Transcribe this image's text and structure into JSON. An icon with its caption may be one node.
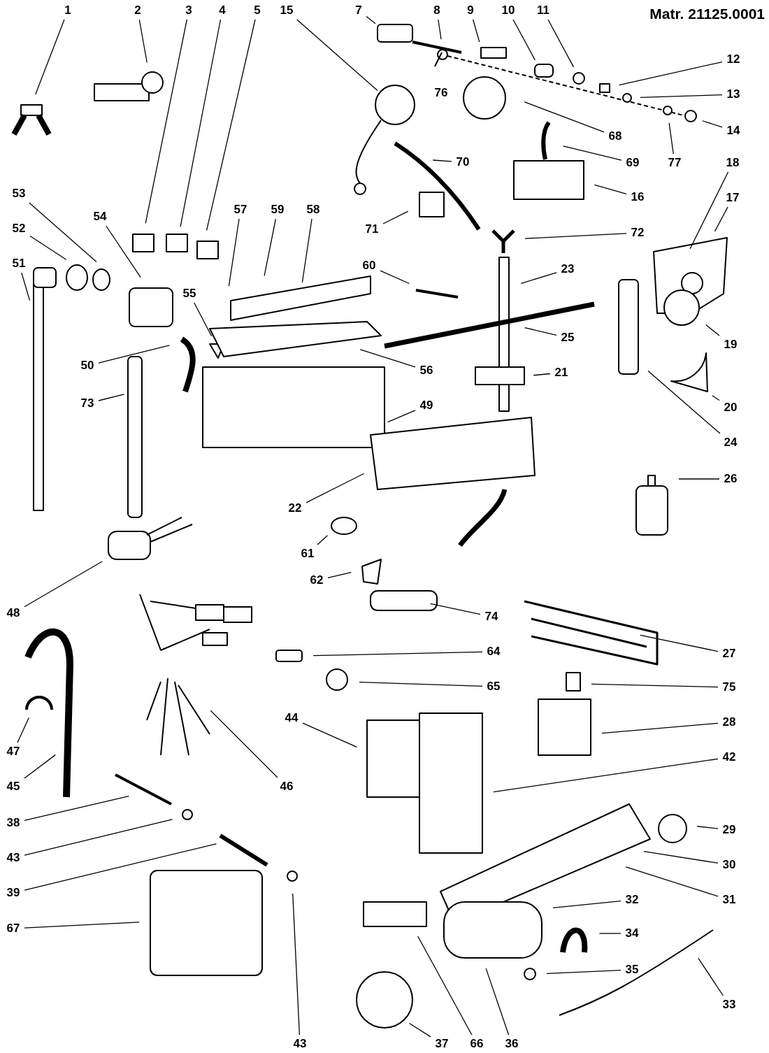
{
  "diagram": {
    "title": "Matr. 21125.0001",
    "nodes": [
      {
        "text": [
          "1"
        ]
      },
      {
        "text": [
          "2"
        ]
      },
      {
        "text": [
          "3"
        ]
      },
      {
        "text": [
          "4"
        ]
      },
      {
        "text": [
          "5"
        ]
      },
      {
        "text": [
          "15"
        ]
      },
      {
        "text": [
          "7"
        ]
      },
      {
        "text": [
          "8"
        ]
      },
      {
        "text": [
          "9"
        ]
      },
      {
        "text": [
          "10"
        ]
      },
      {
        "text": [
          "11"
        ]
      },
      {
        "text": [
          "12"
        ]
      },
      {
        "text": [
          "13"
        ]
      },
      {
        "text": [
          "68"
        ]
      },
      {
        "text": [
          "14"
        ]
      },
      {
        "text": [
          "70"
        ]
      },
      {
        "text": [
          "69"
        ]
      },
      {
        "text": [
          "77"
        ]
      },
      {
        "text": [
          "18"
        ]
      },
      {
        "text": [
          "53"
        ]
      },
      {
        "text": [
          "16"
        ]
      },
      {
        "text": [
          "17"
        ]
      },
      {
        "text": [
          "54"
        ]
      },
      {
        "text": [
          "57"
        ]
      },
      {
        "text": [
          "59"
        ]
      },
      {
        "text": [
          "58"
        ]
      },
      {
        "text": [
          "52"
        ]
      },
      {
        "text": [
          "71"
        ]
      },
      {
        "text": [
          "72"
        ]
      },
      {
        "text": [
          "51"
        ]
      },
      {
        "text": [
          "60"
        ]
      },
      {
        "text": [
          "23"
        ]
      },
      {
        "text": [
          "55"
        ]
      },
      {
        "text": [
          "25"
        ]
      },
      {
        "text": [
          "19"
        ]
      },
      {
        "text": [
          "50"
        ]
      },
      {
        "text": [
          "56"
        ]
      },
      {
        "text": [
          "21"
        ]
      },
      {
        "text": [
          "73"
        ]
      },
      {
        "text": [
          "49"
        ]
      },
      {
        "text": [
          "20"
        ]
      },
      {
        "text": [
          "24"
        ]
      },
      {
        "text": [
          "26"
        ]
      },
      {
        "text": [
          "22"
        ]
      },
      {
        "text": [
          "61"
        ]
      },
      {
        "text": [
          "62"
        ]
      },
      {
        "text": [
          "48"
        ]
      },
      {
        "text": [
          "74"
        ]
      },
      {
        "text": [
          "64"
        ]
      },
      {
        "text": [
          "27"
        ]
      },
      {
        "text": [
          "65"
        ]
      },
      {
        "text": [
          "75"
        ]
      },
      {
        "text": [
          "44"
        ]
      },
      {
        "text": [
          "28"
        ]
      },
      {
        "text": [
          "47"
        ]
      },
      {
        "text": [
          "42"
        ]
      },
      {
        "text": [
          "45"
        ]
      },
      {
        "text": [
          "46"
        ]
      },
      {
        "text": [
          "38"
        ]
      },
      {
        "text": [
          "29"
        ]
      },
      {
        "text": [
          "43"
        ]
      },
      {
        "text": [
          "30"
        ]
      },
      {
        "text": [
          "39"
        ]
      },
      {
        "text": [
          "31"
        ]
      },
      {
        "text": [
          "32"
        ]
      },
      {
        "text": [
          "67"
        ]
      },
      {
        "text": [
          "34"
        ]
      },
      {
        "text": [
          "35"
        ]
      },
      {
        "text": [
          "33"
        ]
      },
      {
        "text": [
          "43"
        ]
      },
      {
        "text": [
          "37"
        ]
      },
      {
        "text": [
          "66"
        ]
      },
      {
        "text": [
          "36"
        ]
      }
    ],
    "edges": [
      {
        "from": 0,
        "to": null,
        "arrow": "none"
      },
      {
        "from": 1,
        "to": null,
        "arrow": "none"
      },
      {
        "from": 2,
        "to": null,
        "arrow": "none"
      },
      {
        "from": 3,
        "to": null,
        "arrow": "none"
      },
      {
        "from": 4,
        "to": null,
        "arrow": "none"
      },
      {
        "from": 5,
        "to": null,
        "arrow": "none"
      },
      {
        "from": 6,
        "to": null,
        "arrow": "none"
      },
      {
        "from": 7,
        "to": null,
        "arrow": "none"
      },
      {
        "from": 8,
        "to": null,
        "arrow": "none"
      },
      {
        "from": 9,
        "to": null,
        "arrow": "none"
      },
      {
        "from": 10,
        "to": null,
        "arrow": "none"
      },
      {
        "from": 11,
        "to": null,
        "arrow": "none"
      },
      {
        "from": 12,
        "to": null,
        "arrow": "none"
      },
      {
        "from": 13,
        "to": null,
        "arrow": "none"
      },
      {
        "from": 14,
        "to": null,
        "arrow": "none"
      },
      {
        "from": 15,
        "to": null,
        "arrow": "none"
      },
      {
        "from": 16,
        "to": null,
        "arrow": "none"
      },
      {
        "from": 17,
        "to": null,
        "arrow": "none"
      },
      {
        "from": 18,
        "to": null,
        "arrow": "none"
      },
      {
        "from": 19,
        "to": null,
        "arrow": "none"
      },
      {
        "from": 20,
        "to": null,
        "arrow": "none"
      },
      {
        "from": 21,
        "to": null,
        "arrow": "none"
      },
      {
        "from": 22,
        "to": null,
        "arrow": "none"
      },
      {
        "from": 23,
        "to": null,
        "arrow": "none"
      },
      {
        "from": 24,
        "to": null,
        "arrow": "none"
      },
      {
        "from": 25,
        "to": null,
        "arrow": "none"
      },
      {
        "from": 26,
        "to": null,
        "arrow": "none"
      },
      {
        "from": 27,
        "to": null,
        "arrow": "none"
      },
      {
        "from": 28,
        "to": null,
        "arrow": "none"
      },
      {
        "from": 29,
        "to": null,
        "arrow": "none"
      },
      {
        "from": 30,
        "to": null,
        "arrow": "none"
      },
      {
        "from": 31,
        "to": null,
        "arrow": "none"
      },
      {
        "from": 32,
        "to": null,
        "arrow": "none"
      },
      {
        "from": 33,
        "to": null,
        "arrow": "none"
      },
      {
        "from": 34,
        "to": null,
        "arrow": "none"
      },
      {
        "from": 35,
        "to": null,
        "arrow": "none"
      },
      {
        "from": 36,
        "to": null,
        "arrow": "none"
      },
      {
        "from": 37,
        "to": null,
        "arrow": "none"
      },
      {
        "from": 38,
        "to": null,
        "arrow": "none"
      },
      {
        "from": 39,
        "to": null,
        "arrow": "none"
      },
      {
        "from": 40,
        "to": null,
        "arrow": "none"
      },
      {
        "from": 41,
        "to": null,
        "arrow": "none"
      },
      {
        "from": 42,
        "to": null,
        "arrow": "none"
      },
      {
        "from": 43,
        "to": null,
        "arrow": "none"
      },
      {
        "from": 44,
        "to": null,
        "arrow": "none"
      },
      {
        "from": 45,
        "to": null,
        "arrow": "none"
      },
      {
        "from": 46,
        "to": null,
        "arrow": "none"
      },
      {
        "from": 47,
        "to": null,
        "arrow": "none"
      },
      {
        "from": 48,
        "to": null,
        "arrow": "none"
      },
      {
        "from": 49,
        "to": null,
        "arrow": "none"
      },
      {
        "from": 50,
        "to": null,
        "arrow": "none"
      },
      {
        "from": 51,
        "to": null,
        "arrow": "none"
      },
      {
        "from": 52,
        "to": null,
        "arrow": "none"
      },
      {
        "from": 53,
        "to": null,
        "arrow": "none"
      },
      {
        "from": 54,
        "to": null,
        "arrow": "none"
      },
      {
        "from": 55,
        "to": null,
        "arrow": "none"
      },
      {
        "from": 56,
        "to": null,
        "arrow": "none"
      },
      {
        "from": 57,
        "to": null,
        "arrow": "none"
      },
      {
        "from": 58,
        "to": null,
        "arrow": "none"
      },
      {
        "from": 59,
        "to": null,
        "arrow": "none"
      },
      {
        "from": 60,
        "to": null,
        "arrow": "none"
      },
      {
        "from": 61,
        "to": null,
        "arrow": "none"
      },
      {
        "from": 62,
        "to": null,
        "arrow": "none"
      },
      {
        "from": 63,
        "to": null,
        "arrow": "none"
      },
      {
        "from": 64,
        "to": null,
        "arrow": "none"
      },
      {
        "from": 65,
        "to": null,
        "arrow": "none"
      },
      {
        "from": 66,
        "to": null,
        "arrow": "none"
      },
      {
        "from": 67,
        "to": null,
        "arrow": "none"
      },
      {
        "from": 68,
        "to": null,
        "arrow": "none"
      },
      {
        "from": 69,
        "to": null,
        "arrow": "none"
      },
      {
        "from": 70,
        "to": null,
        "arrow": "none"
      },
      {
        "from": 71,
        "to": null,
        "arrow": "none"
      },
      {
        "from": 72,
        "to": null,
        "arrow": "none"
      }
    ],
    "labels": [
      "76"
    ]
  }
}
